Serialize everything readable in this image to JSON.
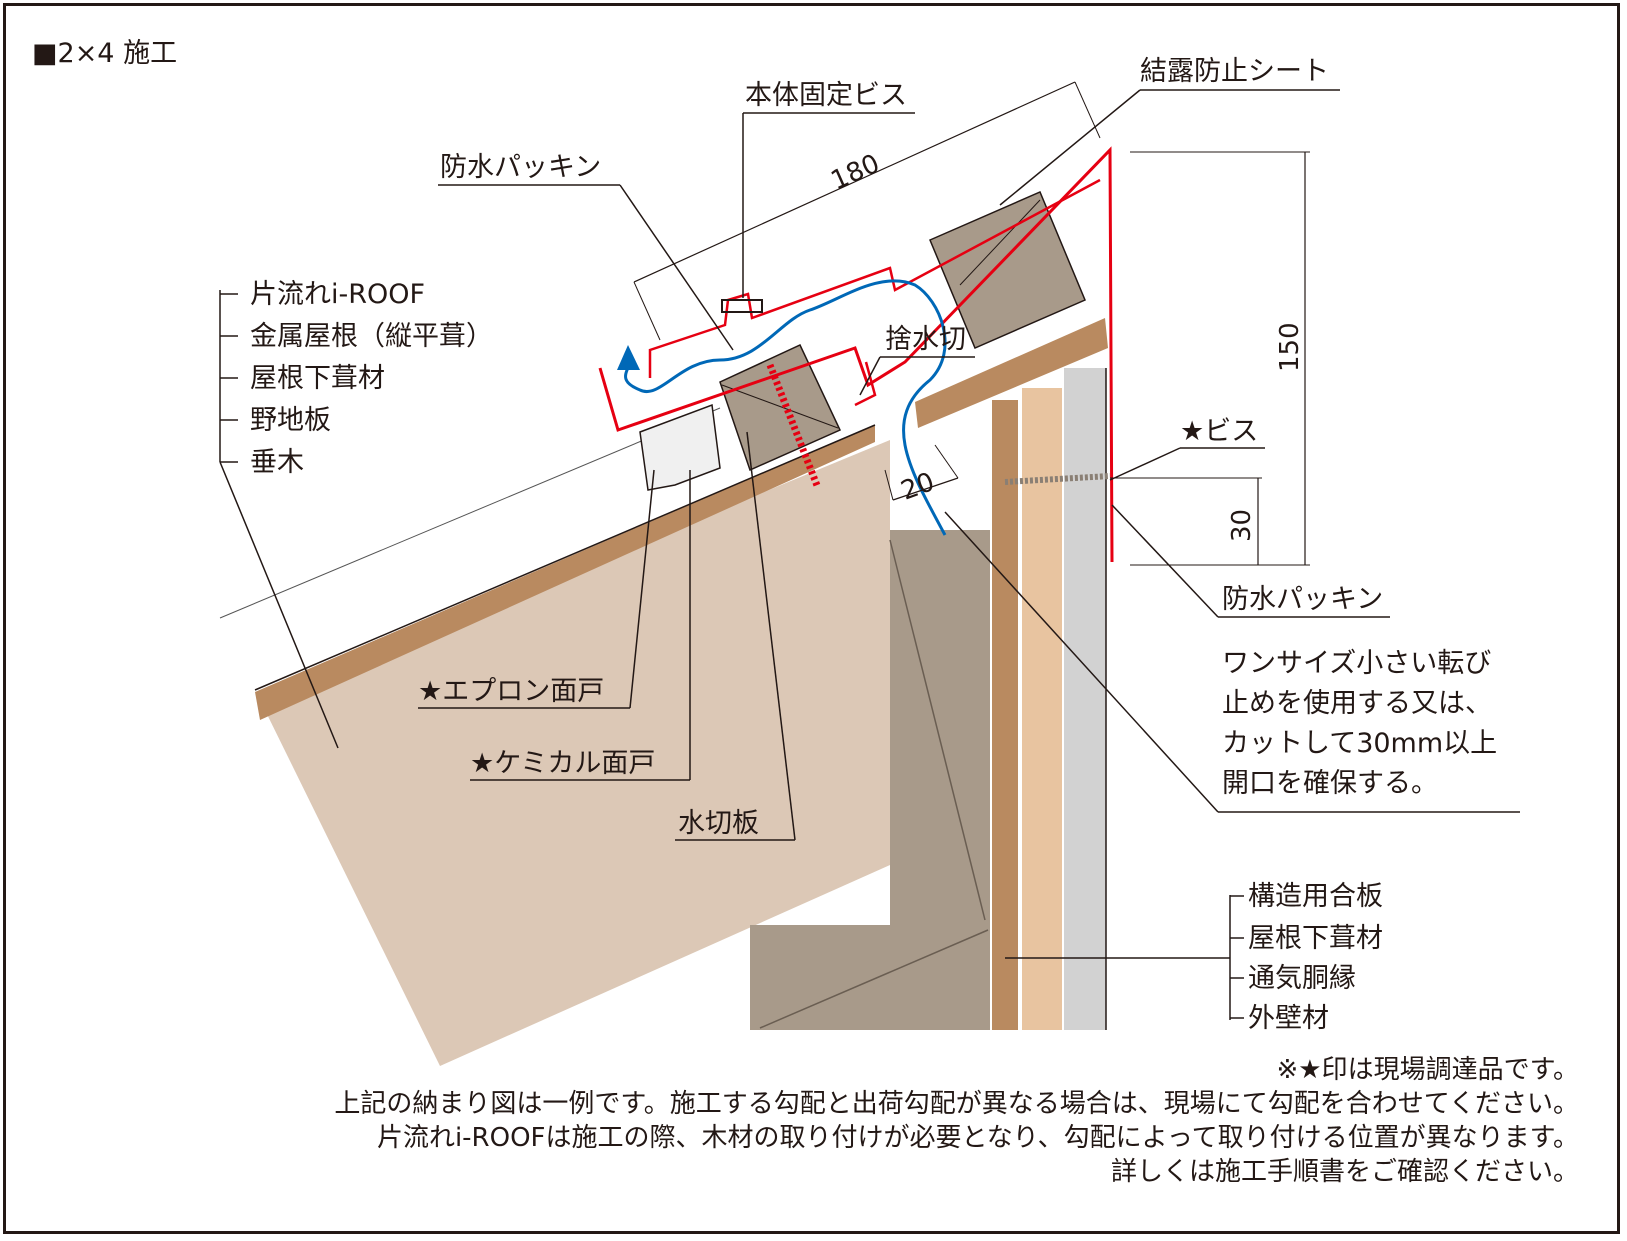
{
  "title": "■2×4 施工",
  "labels": {
    "roof_stack": [
      "片流れi-ROOF",
      "金属屋根（縦平葺）",
      "屋根下葺材",
      "野地板",
      "垂木"
    ],
    "seal_sheet": "結露防止シート",
    "body_screw": "本体固定ビス",
    "packing_top": "防水パッキン",
    "flashing": "捨水切",
    "apron": "★エプロン面戸",
    "chemical": "★ケミカル面戸",
    "water_board": "水切板",
    "screw": "★ビス",
    "packing_right": "防水パッキン",
    "wall_stack": [
      "構造用合板",
      "屋根下葺材",
      "通気胴縁",
      "外壁材"
    ]
  },
  "side_note": [
    "ワンサイズ小さい転び",
    "止めを使用する又は、",
    "カットして30mm以上",
    "開口を確保する。"
  ],
  "dimensions": {
    "width": "180",
    "height": "150",
    "opening": "20",
    "screw_height": "30"
  },
  "footnotes": [
    "※★印は現場調達品です。",
    "上記の納まり図は一例です。施工する勾配と出荷勾配が異なる場合は、現場にて勾配を合わせてください。",
    "片流れi-ROOFは施工の際、木材の取り付けが必要となり、勾配によって取り付ける位置が異なります。",
    "詳しくは施工手順書をご確認ください。"
  ],
  "colors": {
    "rafter": "#dcc8b6",
    "sheathing": "#b98a60",
    "wood_block": "#a89a8a",
    "frame_wood": "#b0a090",
    "furring": "#e8c4a0",
    "siding": "#d2d2d2",
    "roof_red": "#e60012",
    "airflow_blue": "#0068b7"
  }
}
